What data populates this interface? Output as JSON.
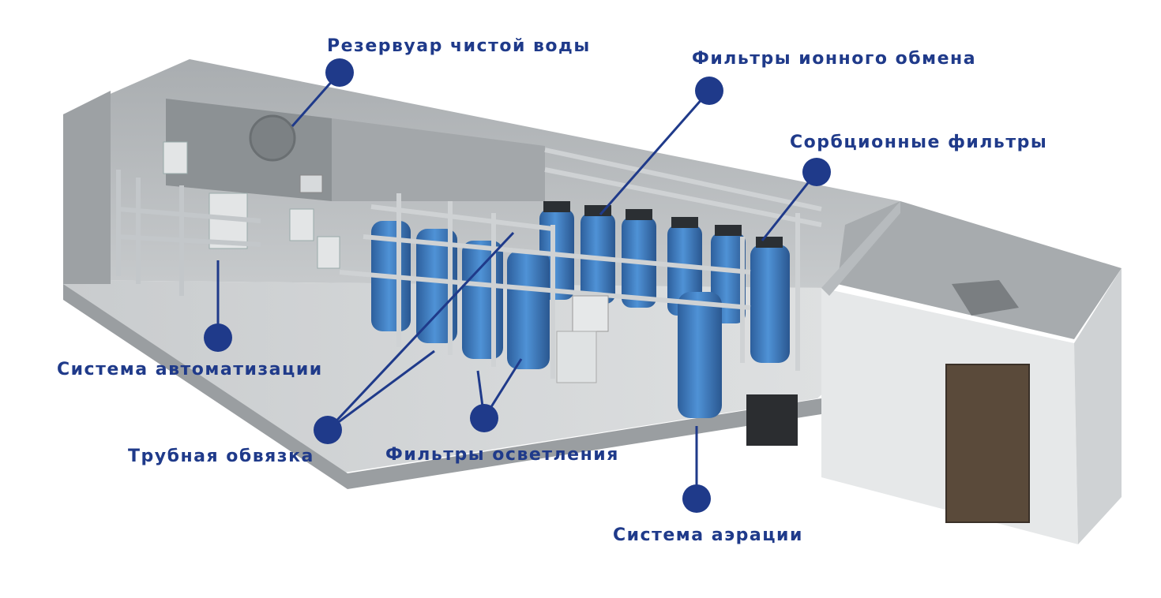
{
  "colors": {
    "callout": "#1f3a8a",
    "container_wall": "#b9bdc0",
    "container_shadow": "#8f9497",
    "floor": "#d6d9db",
    "tank_blue": "#3f7fc4",
    "pipe": "#c9cdd0",
    "door": "#5a4a3a"
  },
  "callouts": {
    "clean_water_tank": "Резервуар чистой воды",
    "ion_exchange_filters": "Фильтры ионного обмена",
    "sorption_filters": "Сорбционные фильтры",
    "automation_system": "Система автоматизации",
    "piping": "Трубная обвязка",
    "clarification_filters": "Фильтры осветления",
    "aeration_system": "Система аэрации"
  }
}
